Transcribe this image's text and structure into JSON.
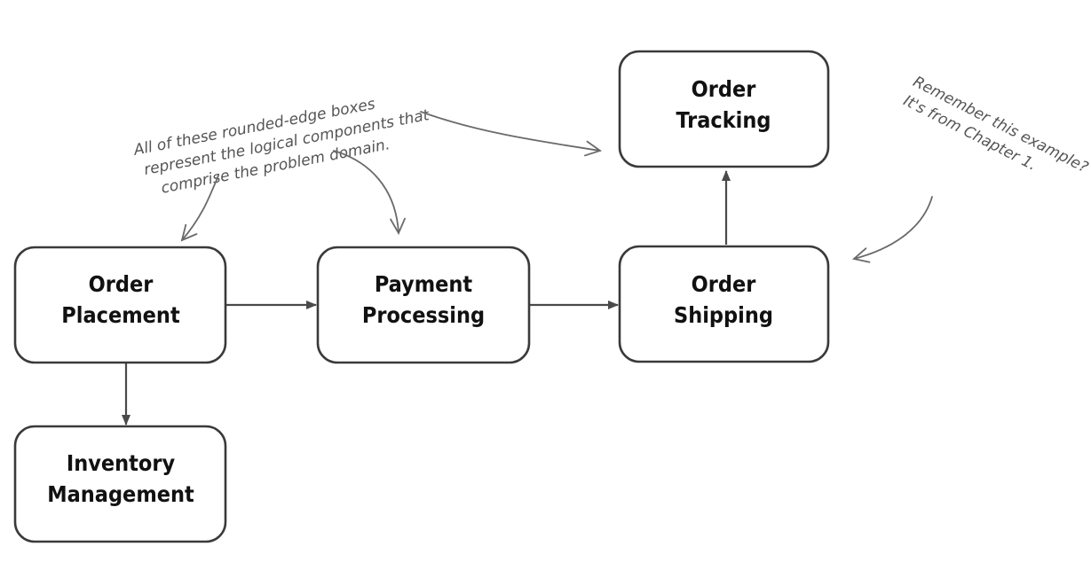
{
  "boxes": {
    "order_placement": [
      "Order",
      "Placement"
    ],
    "payment_processing": [
      "Payment",
      "Processing"
    ],
    "order_shipping": [
      "Order",
      "Shipping"
    ],
    "order_tracking": [
      "Order",
      "Tracking"
    ],
    "inventory_management": [
      "Inventory",
      "Management"
    ]
  },
  "annotations": {
    "components_note": [
      "All of these rounded-edge boxes",
      "represent the logical components that",
      "comprise the problem domain."
    ],
    "chapter_note": [
      "Remember this example?",
      "It's from Chapter 1."
    ]
  },
  "colors": {
    "box_border": "#3a3a3a",
    "connector": "#4a4a4a",
    "annotation_text": "#555555"
  }
}
